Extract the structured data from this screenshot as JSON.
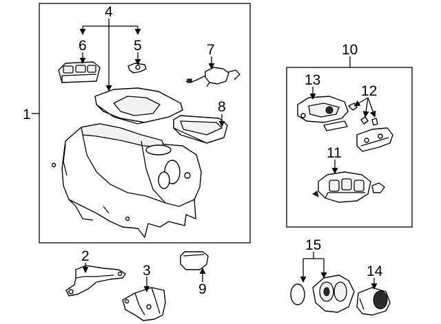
{
  "callouts": {
    "c1": "1",
    "c2": "2",
    "c3": "3",
    "c4": "4",
    "c5": "5",
    "c6": "6",
    "c7": "7",
    "c8": "8",
    "c9": "9",
    "c10": "10",
    "c11": "11",
    "c12": "12",
    "c13": "13",
    "c14": "14",
    "c15": "15"
  },
  "colors": {
    "line": "#000000",
    "background": "#ffffff",
    "fill_light": "#f2f2f2",
    "fill_dark": "#2b2b2b"
  },
  "icons": [
    "console-assembly-icon",
    "bracket-icon",
    "switch-panel-icon",
    "cup-holder-icon",
    "lamp-assembly-icon",
    "lighter-icon"
  ]
}
